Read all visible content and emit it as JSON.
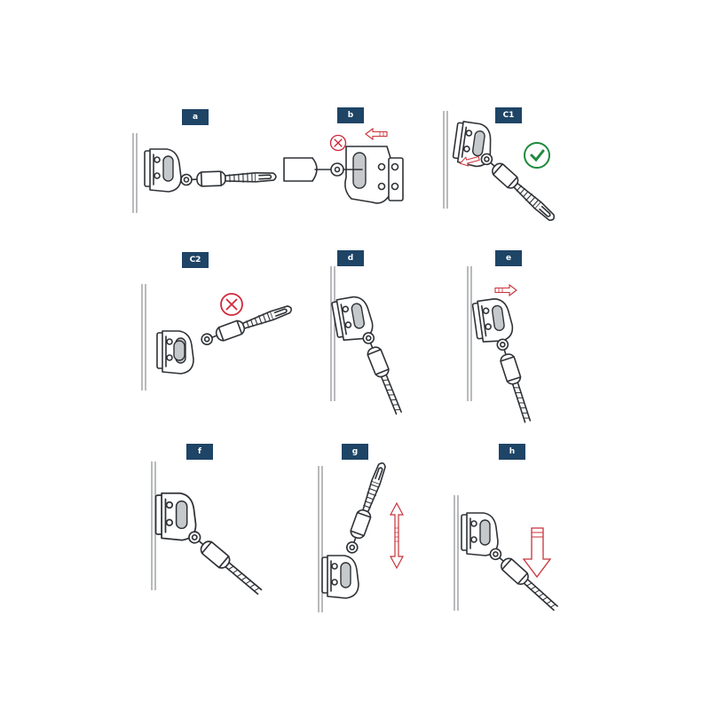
{
  "panels": [
    {
      "id": "a",
      "label": "a"
    },
    {
      "id": "b",
      "label": "b"
    },
    {
      "id": "c1",
      "label": "C1"
    },
    {
      "id": "c2",
      "label": "C2"
    },
    {
      "id": "d",
      "label": "d"
    },
    {
      "id": "e",
      "label": "e"
    },
    {
      "id": "f",
      "label": "f"
    },
    {
      "id": "g",
      "label": "g"
    },
    {
      "id": "h",
      "label": "h"
    }
  ],
  "colors": {
    "label_bg": "#1e4466",
    "label_text": "#ffffff",
    "correct": "#1e8a3c",
    "incorrect": "#d0283a",
    "motion_arrow": "#c8323a",
    "line_art": "#2f3236"
  },
  "icons": {
    "correct": "check-circle-icon",
    "incorrect": "x-circle-icon",
    "motion": "outline-arrow-icon"
  }
}
